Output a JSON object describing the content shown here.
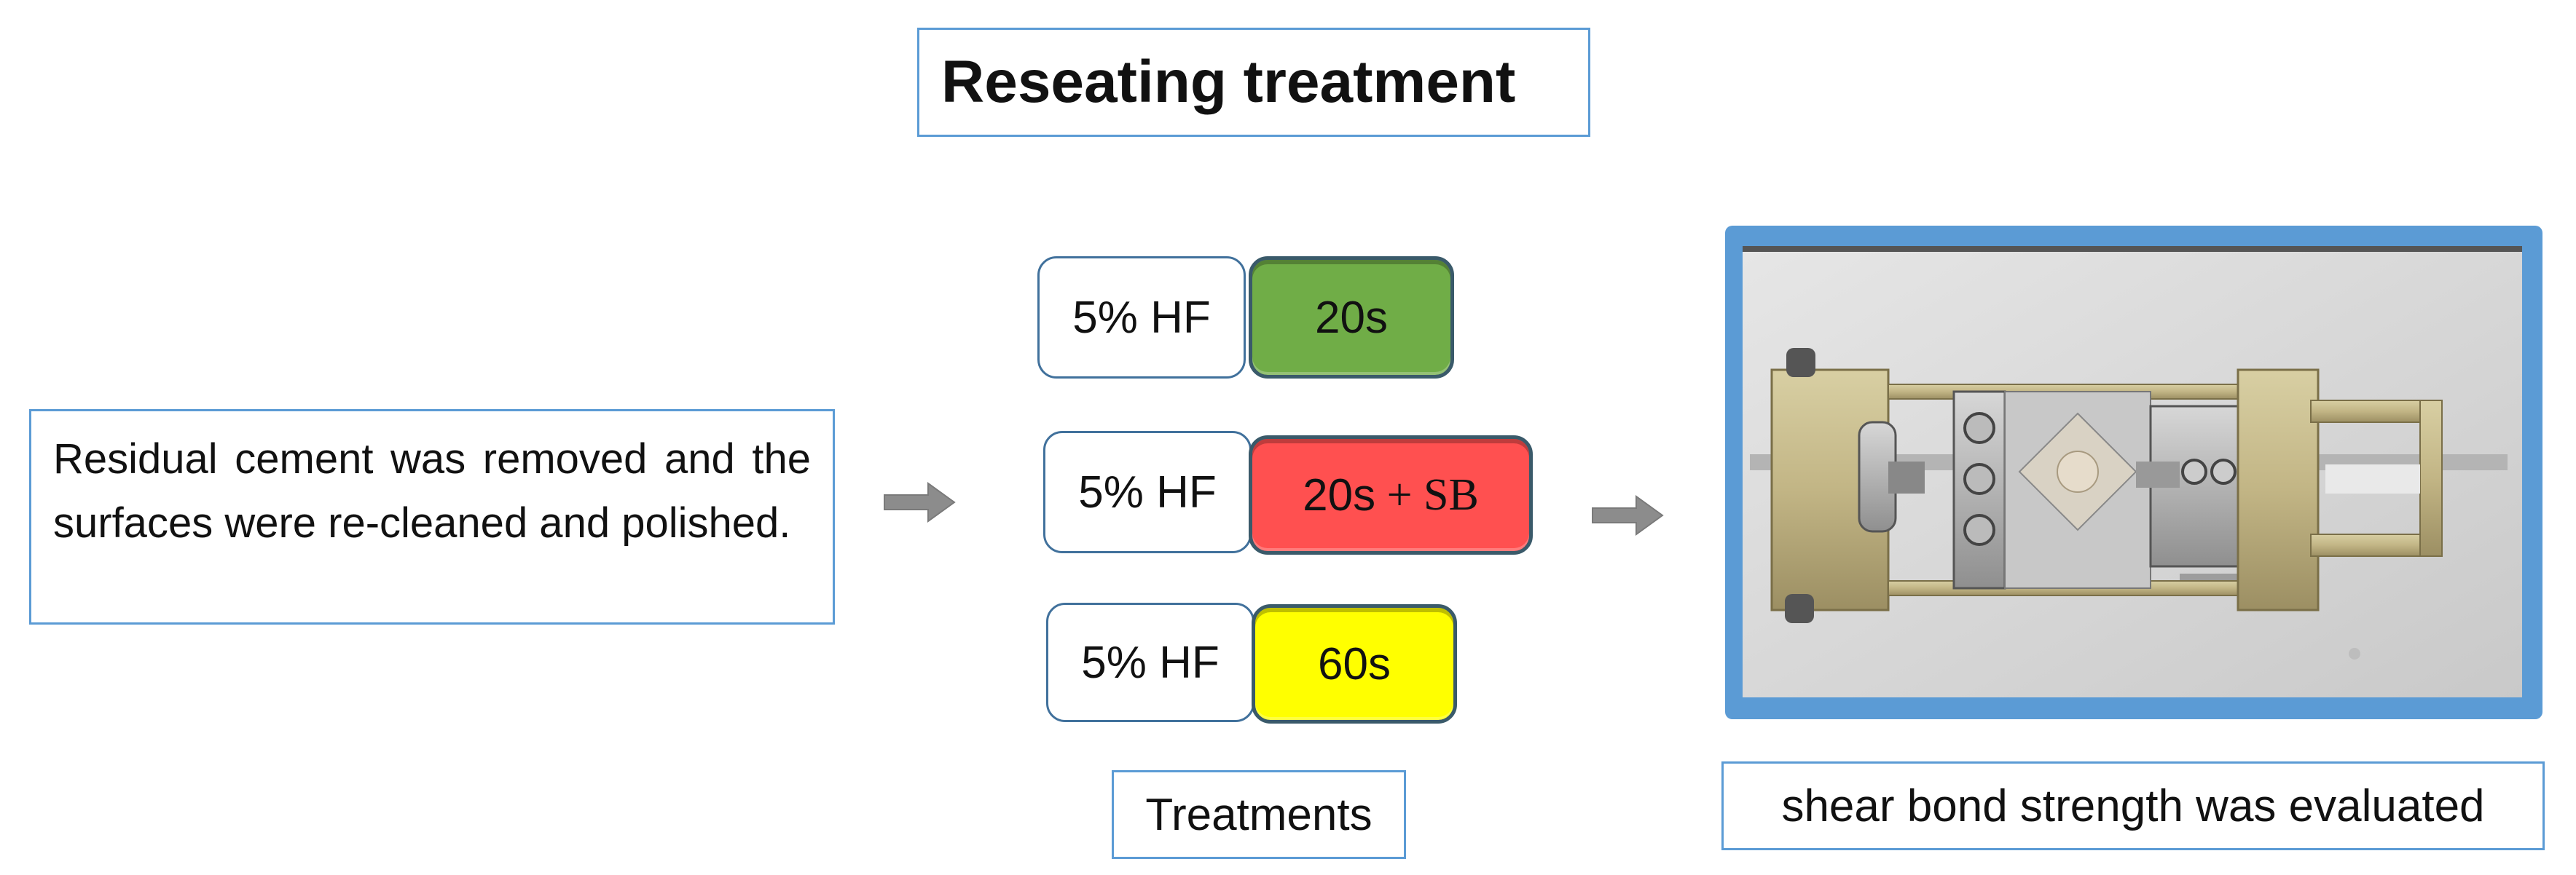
{
  "title": "Reseating treatment",
  "description": "Residual cement was removed and the surfaces were re-cleaned and polished.",
  "treatments": [
    {
      "agent": "5% HF",
      "time": "20s",
      "color": "#70ad47"
    },
    {
      "agent": "5% HF",
      "time": "20s",
      "extra": " + SB",
      "color": "#ff5050"
    },
    {
      "agent": "5% HF",
      "time": "60s",
      "color": "#ffff00"
    }
  ],
  "treatments_label": "Treatments",
  "result_label": "shear bond strength was evaluated",
  "colors": {
    "border": "#5b9bd5",
    "arrow": "#8c8c8c"
  },
  "photo": {
    "icon": "shear-test-jig-photo"
  }
}
